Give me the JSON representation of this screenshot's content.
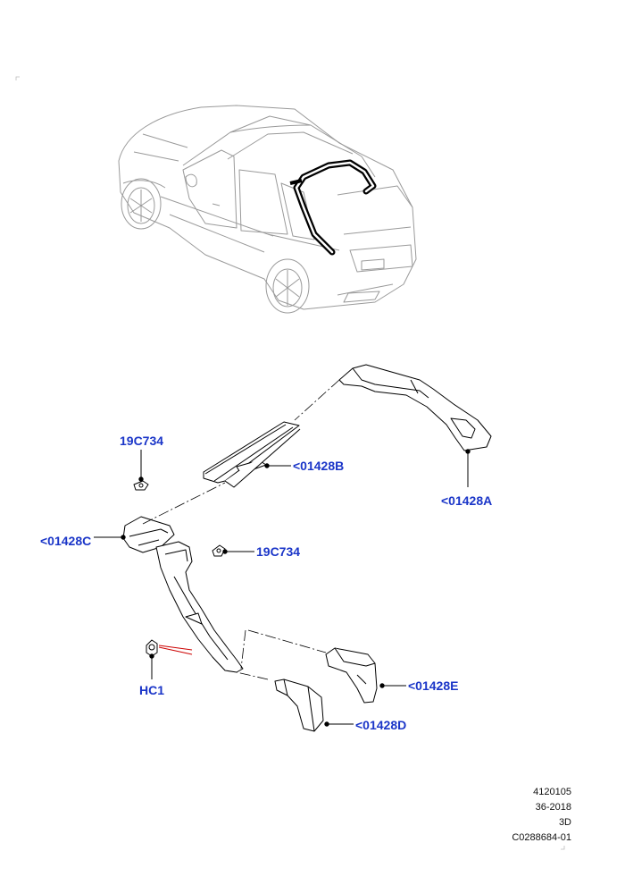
{
  "callouts": {
    "c_19c734_top": "19C734",
    "c_01428b": "<01428B",
    "c_01428a": "<01428A",
    "c_01428c": "<01428C",
    "c_19c734_mid": "19C734",
    "c_hc1": "HC1",
    "c_01428e": "<01428E",
    "c_01428d": "<01428D"
  },
  "footer": {
    "line1": "4120105",
    "line2": "36-2018",
    "line3": "3D",
    "line4": "C0288684-01"
  },
  "colors": {
    "callout_text": "#1a35c8",
    "highlight_line": "#cc0000",
    "line_art": "#000000",
    "car_outline": "#9a9a9a"
  }
}
